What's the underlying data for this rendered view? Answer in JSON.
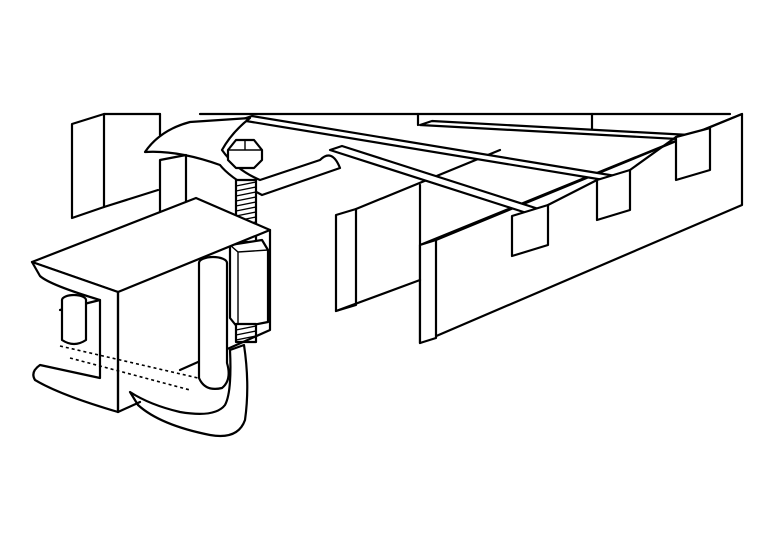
{
  "figure": {
    "subject": "grating-clip-fastener-assembly",
    "colors": {
      "line": "#000000",
      "background": "#ffffff"
    },
    "parts": [
      "grating-panel",
      "bearing-bars",
      "cross-rods",
      "clamp-saddle",
      "hex-bolt",
      "threaded-stud",
      "hex-coupling-nut",
      "support-channel",
      "j-hook"
    ]
  }
}
